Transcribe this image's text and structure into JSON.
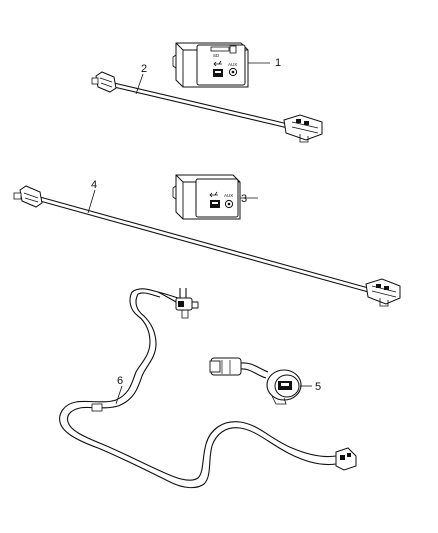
{
  "diagram": {
    "callouts": [
      {
        "id": "1",
        "label": "1"
      },
      {
        "id": "2",
        "label": "2"
      },
      {
        "id": "3",
        "label": "3"
      },
      {
        "id": "4",
        "label": "4"
      },
      {
        "id": "5",
        "label": "5"
      },
      {
        "id": "6",
        "label": "6"
      }
    ],
    "parts": [
      {
        "callout": "1",
        "icon": "usb-sd-aux-hub-icon"
      },
      {
        "callout": "2",
        "icon": "short-cable-icon"
      },
      {
        "callout": "3",
        "icon": "usb-aux-hub-icon"
      },
      {
        "callout": "4",
        "icon": "long-cable-icon"
      },
      {
        "callout": "5",
        "icon": "round-socket-icon"
      },
      {
        "callout": "6",
        "icon": "wiring-harness-icon"
      }
    ],
    "module_labels": {
      "sd": "SD",
      "aux": "AUX"
    }
  }
}
